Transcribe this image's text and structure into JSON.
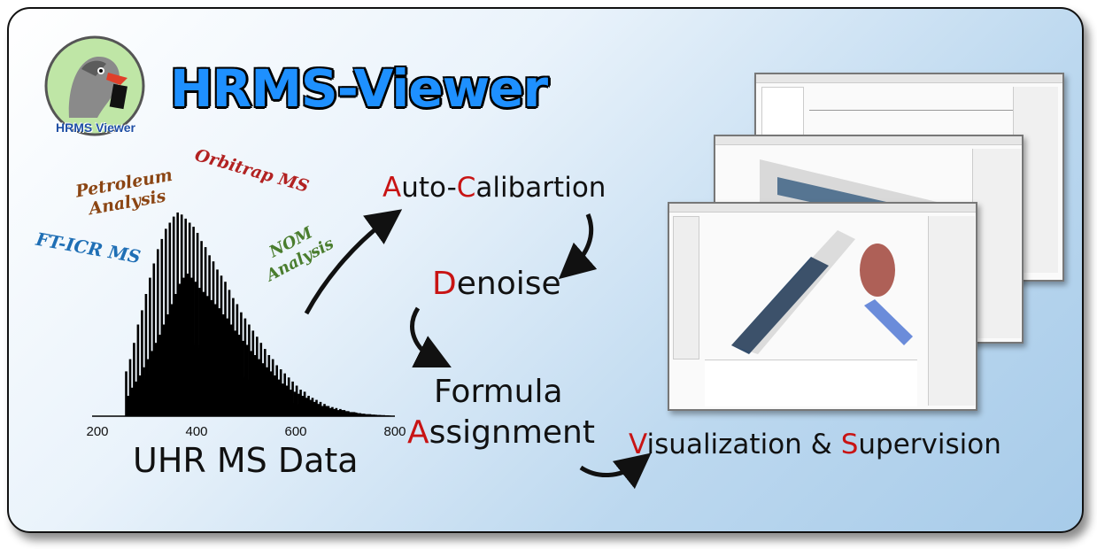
{
  "title": "HRMS-Viewer",
  "logo": {
    "text": "HRMS Viewer",
    "icon": "bird-logo-icon"
  },
  "tags": {
    "orbitrap": "Orbitrap MS",
    "petroleum": "Petroleum Analysis",
    "fticr": "FT-ICR MS",
    "nom": "NOM Analysis"
  },
  "steps": {
    "auto_calibration": {
      "first": "A",
      "a": "uto-",
      "second": "C",
      "b": "alibartion"
    },
    "denoise": {
      "first": "D",
      "rest": "enoise"
    },
    "formula": "Formula",
    "assignment": {
      "first": "A",
      "rest": "ssignment"
    },
    "visualization": {
      "v": "V",
      "a": "isualization & ",
      "s": "S",
      "b": "upervision"
    }
  },
  "uhr_label": "UHR MS Data",
  "colors": {
    "title": "#1e90ff",
    "accent": "#c81414",
    "orbitrap": "#b22222",
    "petroleum": "#8b4513",
    "fticr": "#1f6fb5",
    "nom": "#4a7d2e"
  },
  "chart_data": {
    "type": "bar",
    "xlabel": "",
    "ylabel": "",
    "xlim": [
      200,
      800
    ],
    "x_ticks": [
      "200",
      "400",
      "600",
      "800"
    ],
    "x": [
      258,
      262,
      266,
      270,
      274,
      278,
      282,
      286,
      290,
      294,
      298,
      302,
      306,
      310,
      314,
      318,
      322,
      326,
      330,
      334,
      338,
      342,
      346,
      350,
      354,
      358,
      362,
      366,
      370,
      374,
      378,
      382,
      386,
      390,
      394,
      398,
      402,
      406,
      410,
      414,
      418,
      422,
      426,
      430,
      434,
      438,
      442,
      446,
      450,
      454,
      458,
      462,
      466,
      470,
      474,
      478,
      482,
      486,
      490,
      494,
      498,
      502,
      506,
      510,
      514,
      518,
      522,
      526,
      530,
      534,
      538,
      542,
      546,
      550,
      554,
      558,
      562,
      566,
      570,
      574,
      578,
      582,
      586,
      590,
      594,
      598,
      602,
      606,
      610,
      614,
      618,
      622,
      626,
      630,
      634,
      638,
      642,
      646,
      650,
      654,
      658,
      662,
      666,
      670,
      674,
      678,
      682,
      686,
      690,
      694,
      698,
      702,
      706,
      710,
      714,
      718,
      722,
      726,
      730,
      734,
      738,
      742,
      746,
      750,
      754,
      758,
      762,
      766,
      770,
      774,
      778,
      782,
      786,
      790
    ],
    "values": [
      0.22,
      0.1,
      0.28,
      0.14,
      0.36,
      0.17,
      0.45,
      0.2,
      0.52,
      0.24,
      0.6,
      0.28,
      0.68,
      0.32,
      0.75,
      0.36,
      0.82,
      0.4,
      0.87,
      0.45,
      0.92,
      0.5,
      0.95,
      0.55,
      0.98,
      0.6,
      1.0,
      0.65,
      0.99,
      0.68,
      0.97,
      0.7,
      0.95,
      0.68,
      0.93,
      0.66,
      0.9,
      0.63,
      0.86,
      0.61,
      0.83,
      0.59,
      0.79,
      0.57,
      0.76,
      0.55,
      0.72,
      0.53,
      0.69,
      0.5,
      0.66,
      0.48,
      0.62,
      0.45,
      0.58,
      0.42,
      0.55,
      0.4,
      0.51,
      0.37,
      0.48,
      0.35,
      0.45,
      0.32,
      0.42,
      0.3,
      0.39,
      0.28,
      0.36,
      0.26,
      0.33,
      0.24,
      0.3,
      0.22,
      0.28,
      0.2,
      0.25,
      0.18,
      0.23,
      0.16,
      0.21,
      0.15,
      0.19,
      0.13,
      0.17,
      0.12,
      0.15,
      0.11,
      0.13,
      0.1,
      0.12,
      0.09,
      0.1,
      0.08,
      0.09,
      0.07,
      0.08,
      0.06,
      0.07,
      0.05,
      0.06,
      0.05,
      0.05,
      0.04,
      0.045,
      0.035,
      0.04,
      0.03,
      0.035,
      0.03,
      0.03,
      0.025,
      0.025,
      0.02,
      0.02,
      0.02,
      0.018,
      0.015,
      0.015,
      0.012,
      0.012,
      0.01,
      0.01,
      0.01,
      0.008,
      0.008,
      0.007,
      0.006,
      0.006,
      0.005,
      0.005,
      0.004,
      0.004,
      0.003
    ]
  }
}
